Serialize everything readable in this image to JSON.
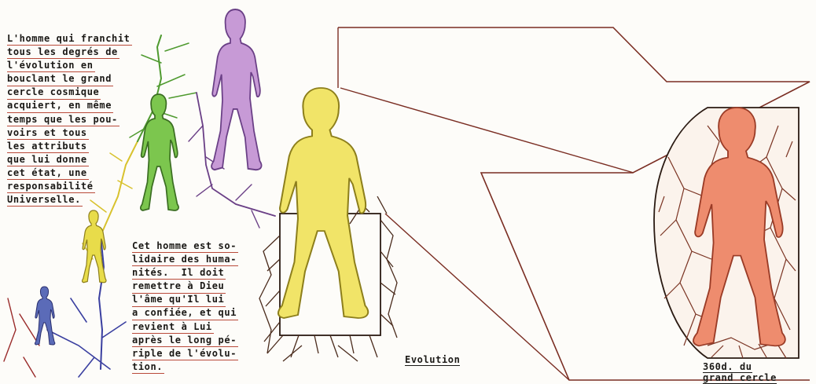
{
  "text_block_1": {
    "lines": [
      "L'homme qui franchit",
      "tous les degrés de",
      "l'évolution en",
      "bouclant le grand",
      "cercle cosmique",
      "acquiert, en même",
      "temps que les pou-",
      "voirs et tous",
      "les attributs",
      "que lui donne",
      "cet état, une",
      "responsabilité",
      "Universelle."
    ]
  },
  "text_block_2": {
    "lines": [
      "Cet homme est so-",
      "lidaire des huma-",
      "nités.  Il doit",
      "remettre à Dieu",
      "l'âme qu'Il lui",
      "a confiée, et qui",
      "revient à Lui",
      "après le long pé-",
      "riple de l'évolu-",
      "tion."
    ]
  },
  "label_evolution": "Evolution",
  "caption_360": {
    "lines": [
      "360d. du",
      "grand cercle"
    ]
  },
  "figures": [
    {
      "color": "#5b6bb8",
      "name": "blue"
    },
    {
      "color": "#e8dc4a",
      "name": "yellow-small"
    },
    {
      "color": "#7cc64e",
      "name": "green"
    },
    {
      "color": "#c79ad6",
      "name": "violet"
    },
    {
      "color": "#f1e468",
      "name": "yellow-large"
    },
    {
      "color": "#ee8c6e",
      "name": "orange-red"
    }
  ],
  "colors": {
    "line_brown": "#7a2d22",
    "underline_red": "#b94a3a",
    "root_dark": "#4a2b1c"
  }
}
